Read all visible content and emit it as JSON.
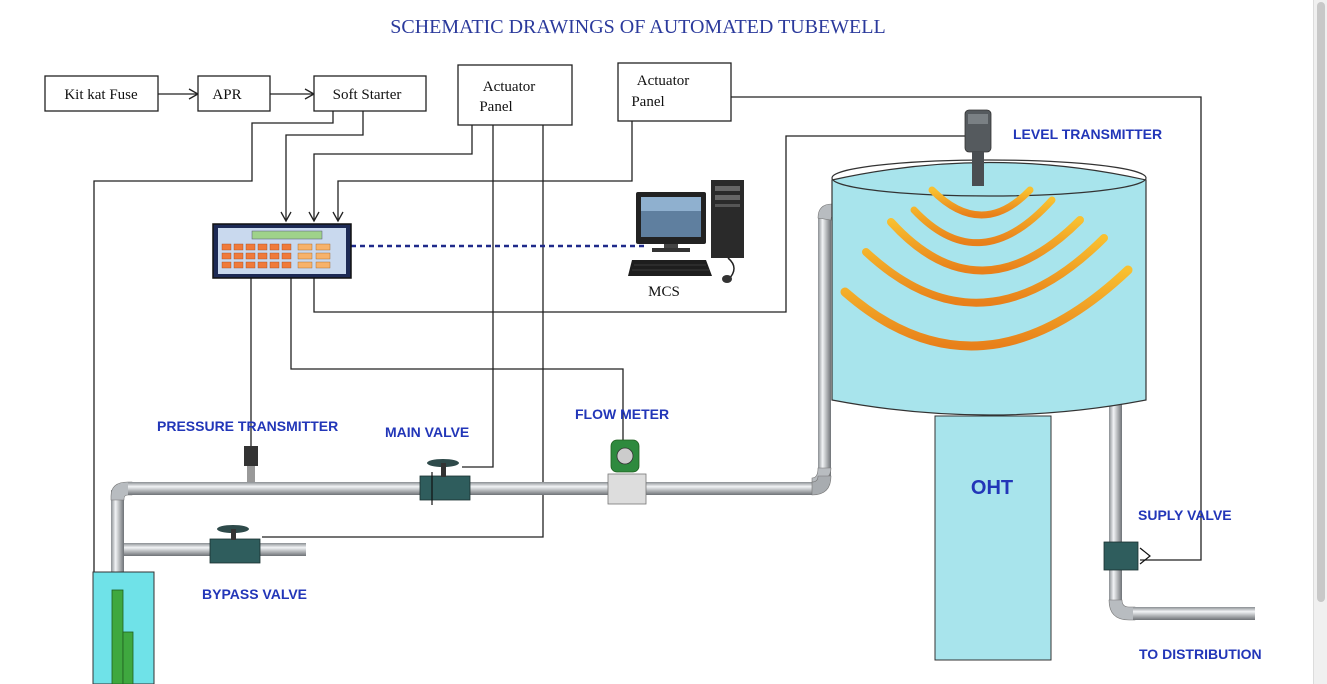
{
  "title": "SCHEMATIC DRAWINGS OF AUTOMATED TUBEWELL",
  "boxes": {
    "fuse": "Kit kat Fuse",
    "apr": "APR",
    "soft_starter": "Soft Starter",
    "actuator_panel_1": [
      "Actuator",
      "Panel"
    ],
    "actuator_panel_2": [
      "Actuator",
      "Panel"
    ]
  },
  "labels": {
    "mcs": "MCS",
    "level_transmitter": "LEVEL TRANSMITTER",
    "pressure_transmitter": "PRESSURE TRANSMITTER",
    "main_valve": "MAIN VALVE",
    "flow_meter": "FLOW METER",
    "bypass_valve": "BYPASS VALVE",
    "supply_valve": "SUPLY VALVE",
    "to_distribution": "TO DISTRIBUTION",
    "oht": "OHT"
  },
  "colors": {
    "title": "#2b3a9c",
    "label_blue": "#2236b8",
    "tank_fill": "#a8e4ec",
    "pipe": "#c0c4c8",
    "wave": "#f0a020",
    "valve": "#2f5d5d"
  }
}
